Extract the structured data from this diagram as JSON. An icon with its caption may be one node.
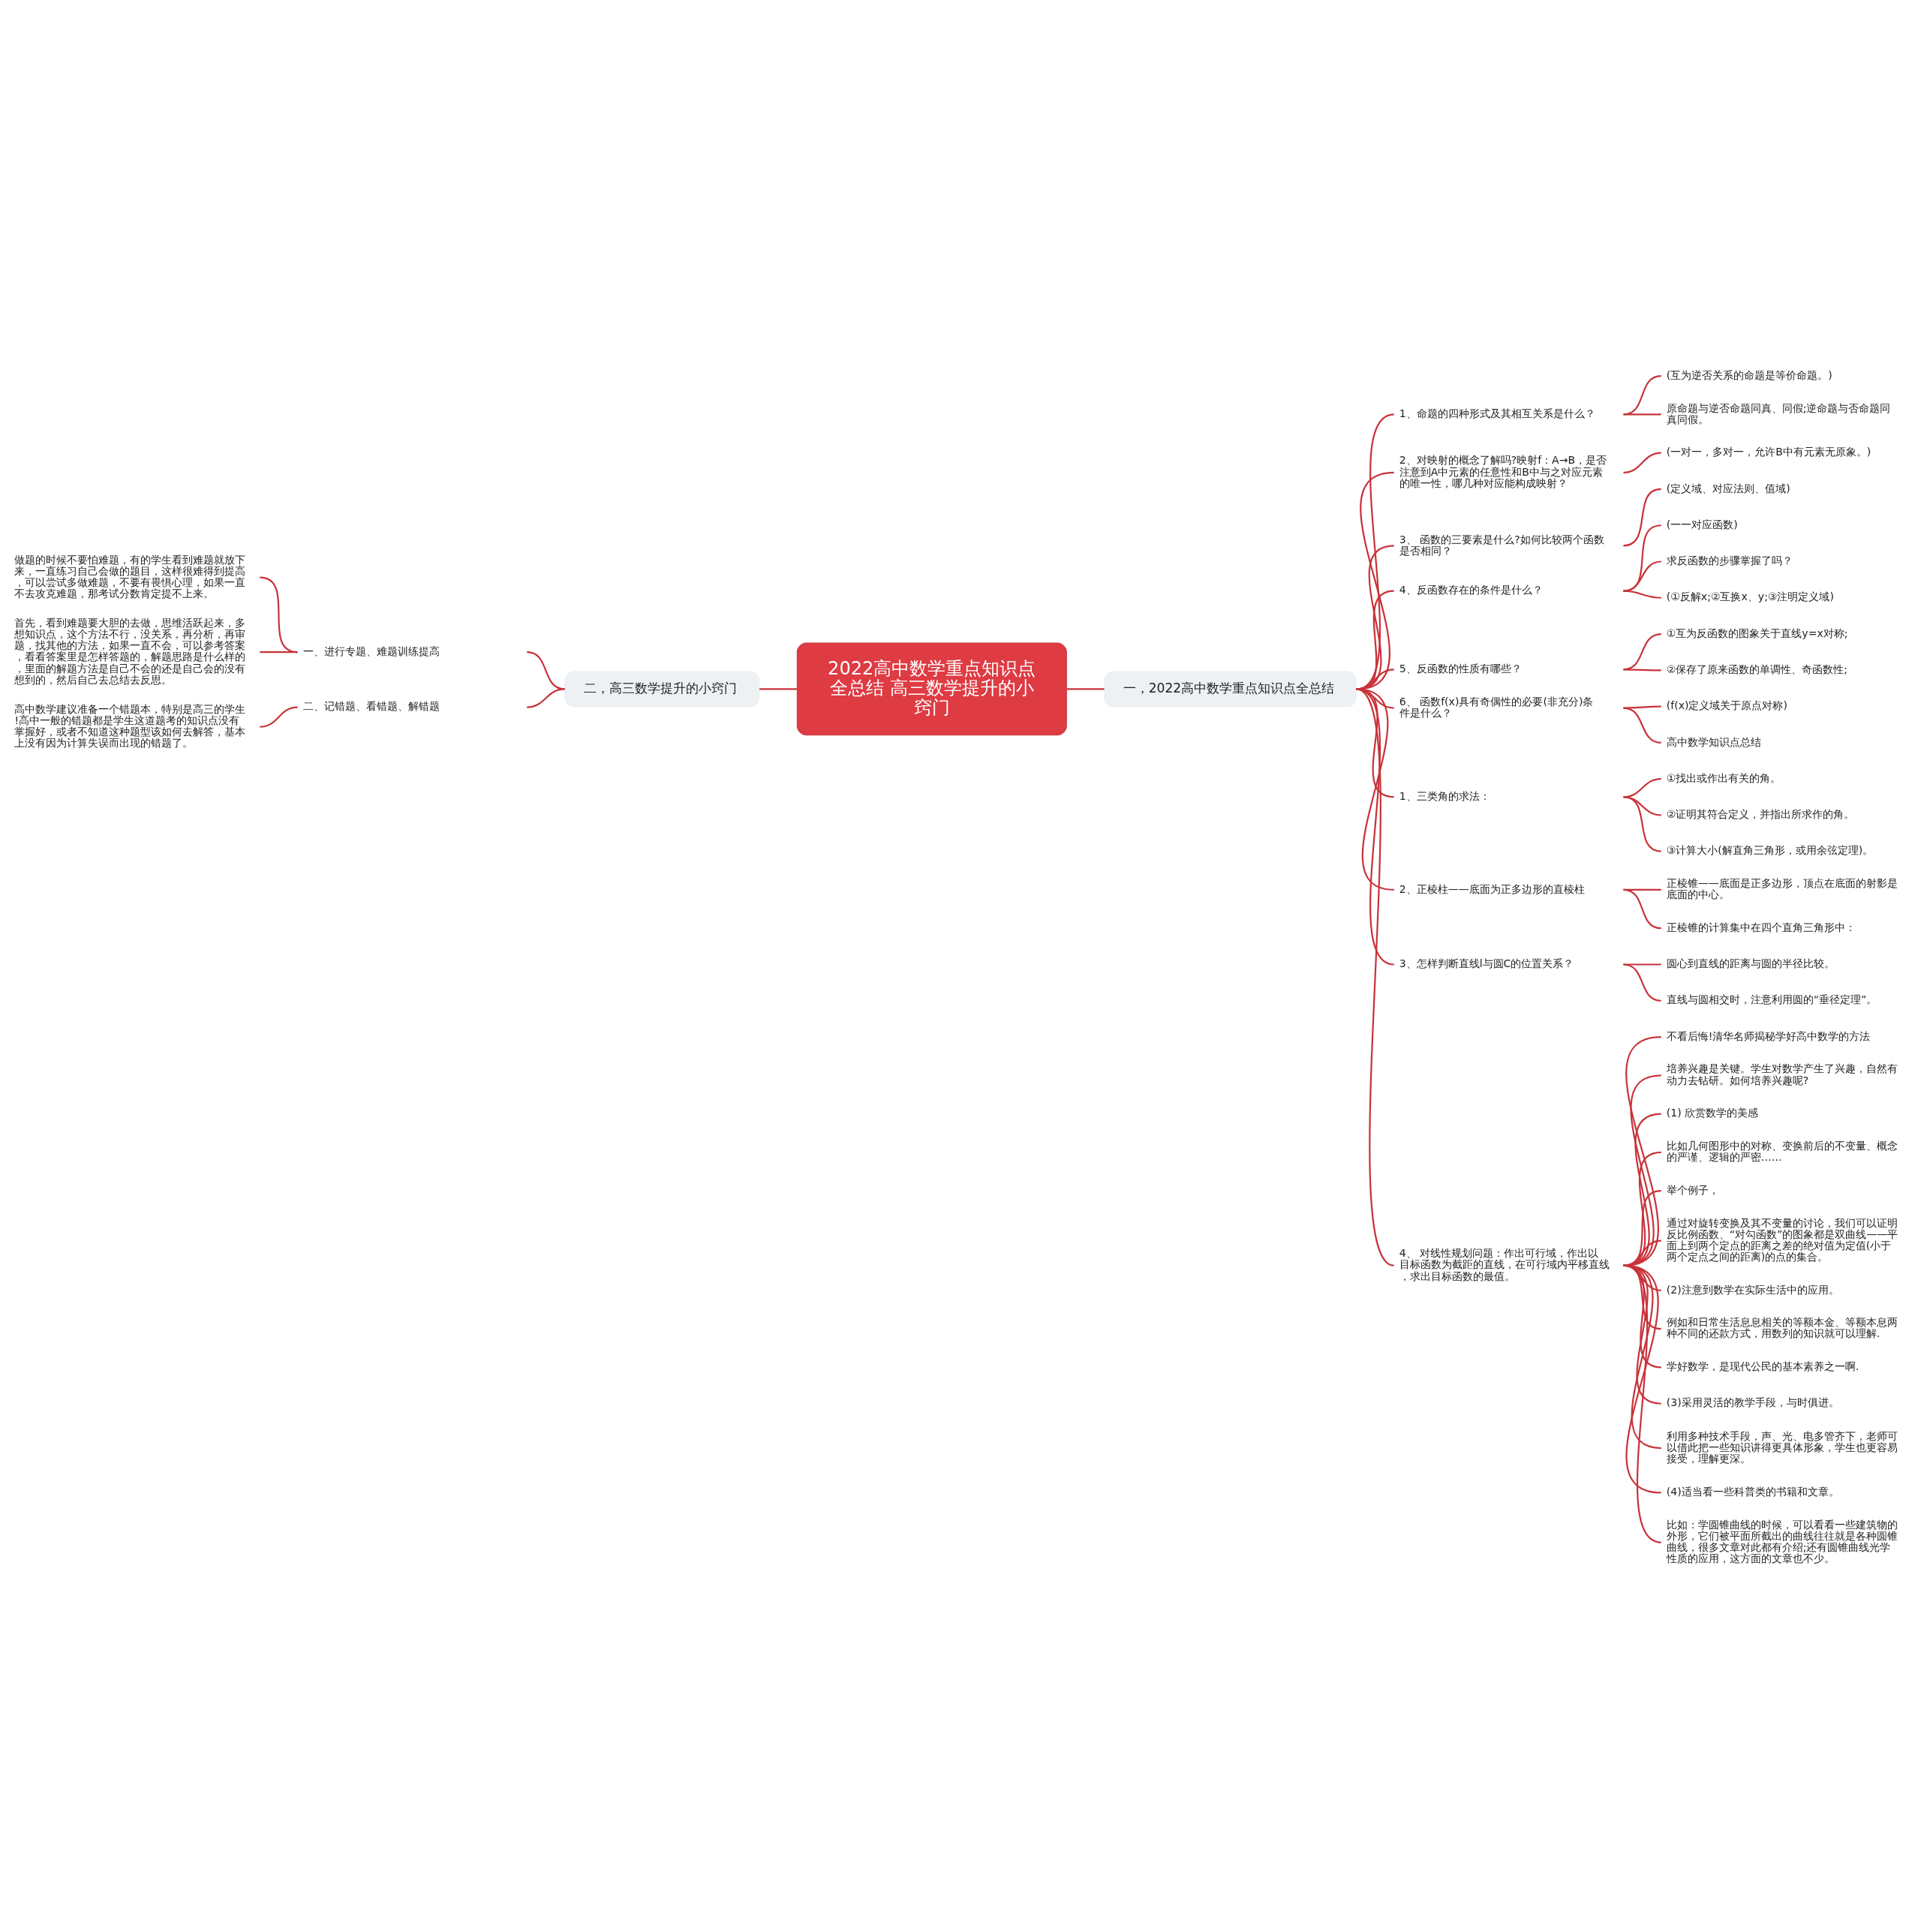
{
  "diagram": {
    "nodes": [
      {
        "text": [
          "2022高中数学重点知识点全总结 高三数学提升的小窍门"
        ]
      },
      {
        "text": [
          "一，2022高中数学重点知识点全总结"
        ]
      },
      {
        "text": [
          "1、命题的四种形式及其相互关系是什么？"
        ]
      },
      {
        "text": [
          "(互为逆否关系的命题是等价命题。)"
        ]
      },
      {
        "text": [
          "原命题与逆否命题同真、同假;逆命题与否命题同真同假。"
        ]
      },
      {
        "text": [
          "2、对映射的概念了解吗?映射f：A→B，是否注意到A中元素的任意性和B中与之对应元素的唯一性，哪几种对应能构成映射？"
        ]
      },
      {
        "text": [
          "(一对一，多对一，允许B中有元素无原象。)"
        ]
      },
      {
        "text": [
          "3、 函数的三要素是什么?如何比较两个函数是否相同？"
        ]
      },
      {
        "text": [
          "(定义域、对应法则、值域)"
        ]
      },
      {
        "text": [
          "4、反函数存在的条件是什么？"
        ]
      },
      {
        "text": [
          "(一一对应函数)"
        ]
      },
      {
        "text": [
          "求反函数的步骤掌握了吗？"
        ]
      },
      {
        "text": [
          "(①反解x;②互换x、y;③注明定义域)"
        ]
      },
      {
        "text": [
          "5、反函数的性质有哪些？"
        ]
      },
      {
        "text": [
          "①互为反函数的图象关于直线y=x对称;"
        ]
      },
      {
        "text": [
          "②保存了原来函数的单调性、奇函数性;"
        ]
      },
      {
        "text": [
          "6、 函数f(x)具有奇偶性的必要(非充分)条件是什么？"
        ]
      },
      {
        "text": [
          "(f(x)定义域关于原点对称)"
        ]
      },
      {
        "text": [
          "高中数学知识点总结"
        ]
      },
      {
        "text": [
          "1、三类角的求法："
        ]
      },
      {
        "text": [
          "①找出或作出有关的角。"
        ]
      },
      {
        "text": [
          "②证明其符合定义，并指出所求作的角。"
        ]
      },
      {
        "text": [
          "③计算大小(解直角三角形，或用余弦定理)。"
        ]
      },
      {
        "text": [
          "2、正棱柱——底面为正多边形的直棱柱"
        ]
      },
      {
        "text": [
          "正棱锥——底面是正多边形，顶点在底面的射影是底面的中心。"
        ]
      },
      {
        "text": [
          "正棱锥的计算集中在四个直角三角形中："
        ]
      },
      {
        "text": [
          "3、怎样判断直线l与圆C的位置关系？"
        ]
      },
      {
        "text": [
          "圆心到直线的距离与圆的半径比较。"
        ]
      },
      {
        "text": [
          "直线与圆相交时，注意利用圆的“垂径定理”。"
        ]
      },
      {
        "text": [
          "4、 对线性规划问题：作出可行域，作出以目标函数为截距的直线，在可行域内平移直线，求出目标函数的最值。"
        ]
      },
      {
        "text": [
          "不看后悔!清华名师揭秘学好高中数学的方法"
        ]
      },
      {
        "text": [
          "培养兴趣是关键。学生对数学产生了兴趣，自然有动力去钻研。如何培养兴趣呢?"
        ]
      },
      {
        "text": [
          "(1) 欣赏数学的美感"
        ]
      },
      {
        "text": [
          "比如几何图形中的对称、变换前后的不变量、概念的严谨、逻辑的严密……"
        ]
      },
      {
        "text": [
          "举个例子，"
        ]
      },
      {
        "text": [
          "通过对旋转变换及其不变量的讨论，我们可以证明反比例函数、“对勾函数”的图象都是双曲线——平面上到两个定点的距离之差的绝对值为定值(小于两个定点之间的距离)的点的集合。"
        ]
      },
      {
        "text": [
          "(2)注意到数学在实际生活中的应用。"
        ]
      },
      {
        "text": [
          "例如和日常生活息息相关的等额本金、等额本息两种不同的还款方式，用数列的知识就可以理解."
        ]
      },
      {
        "text": [
          "学好数学，是现代公民的基本素养之一啊."
        ]
      },
      {
        "text": [
          "(3)采用灵活的教学手段，与时俱进。"
        ]
      },
      {
        "text": [
          "利用多种技术手段，声、光、电多管齐下，老师可以借此把一些知识讲得更具体形象，学生也更容易接受，理解更深。"
        ]
      },
      {
        "text": [
          "(4)适当看一些科普类的书籍和文章。"
        ]
      },
      {
        "text": [
          "比如：学圆锥曲线的时候，可以看看一些建筑物的外形，它们被平面所截出的曲线往往就是各种圆锥曲线，很多文章对此都有介绍;还有圆锥曲线光学性质的应用，这方面的文章也不少。"
        ]
      },
      {
        "text": [
          "二，高三数学提升的小窍门"
        ]
      },
      {
        "text": [
          "一、进行专题、难题训练提高"
        ]
      },
      {
        "text": [
          "做题的时候不要怕难题，有的学生看到难题就放下来，一直练习自己会做的题目，这样很难得到提高，可以尝试多做难题，不要有畏惧心理，如果一直不去攻克难题，那考试分数肯定提不上来。"
        ]
      },
      {
        "text": [
          "首先，看到难题要大胆的去做，思维活跃起来，多想知识点，这个方法不行，没关系，再分析，再审题，找其他的方法，如果一直不会，可以参考答案，看看答案里是怎样答题的，解题思路是什么样的，里面的解题方法是自己不会的还是自己会的没有想到的，然后自己去总结去反思。"
        ]
      },
      {
        "text": [
          "二、记错题、看错题、解错题"
        ]
      },
      {
        "text": [
          "高中数学建议准备一个错题本，特别是高三的学生!高中一般的错题都是学生这道题考的知识点没有掌握好，或者不知道这种题型该如何去解答，基本上没有因为计算失误而出现的错题了。"
        ]
      }
    ],
    "edges": [
      {
        "from": 0,
        "to": 1,
        "arrow": "none"
      },
      {
        "from": 1,
        "to": 2,
        "arrow": "none"
      },
      {
        "from": 2,
        "to": 3,
        "arrow": "none"
      },
      {
        "from": 2,
        "to": 4,
        "arrow": "none"
      },
      {
        "from": 1,
        "to": 5,
        "arrow": "none"
      },
      {
        "from": 5,
        "to": 6,
        "arrow": "none"
      },
      {
        "from": 1,
        "to": 7,
        "arrow": "none"
      },
      {
        "from": 7,
        "to": 8,
        "arrow": "none"
      },
      {
        "from": 1,
        "to": 9,
        "arrow": "none"
      },
      {
        "from": 9,
        "to": 10,
        "arrow": "none"
      },
      {
        "from": 9,
        "to": 11,
        "arrow": "none"
      },
      {
        "from": 9,
        "to": 12,
        "arrow": "none"
      },
      {
        "from": 1,
        "to": 13,
        "arrow": "none"
      },
      {
        "from": 13,
        "to": 14,
        "arrow": "none"
      },
      {
        "from": 13,
        "to": 15,
        "arrow": "none"
      },
      {
        "from": 1,
        "to": 16,
        "arrow": "none"
      },
      {
        "from": 16,
        "to": 17,
        "arrow": "none"
      },
      {
        "from": 16,
        "to": 18,
        "arrow": "none"
      },
      {
        "from": 1,
        "to": 19,
        "arrow": "none"
      },
      {
        "from": 19,
        "to": 20,
        "arrow": "none"
      },
      {
        "from": 19,
        "to": 21,
        "arrow": "none"
      },
      {
        "from": 19,
        "to": 22,
        "arrow": "none"
      },
      {
        "from": 1,
        "to": 23,
        "arrow": "none"
      },
      {
        "from": 23,
        "to": 24,
        "arrow": "none"
      },
      {
        "from": 23,
        "to": 25,
        "arrow": "none"
      },
      {
        "from": 1,
        "to": 26,
        "arrow": "none"
      },
      {
        "from": 26,
        "to": 27,
        "arrow": "none"
      },
      {
        "from": 26,
        "to": 28,
        "arrow": "none"
      },
      {
        "from": 1,
        "to": 29,
        "arrow": "none"
      },
      {
        "from": 29,
        "to": 30,
        "arrow": "none"
      },
      {
        "from": 29,
        "to": 31,
        "arrow": "none"
      },
      {
        "from": 29,
        "to": 32,
        "arrow": "none"
      },
      {
        "from": 29,
        "to": 33,
        "arrow": "none"
      },
      {
        "from": 29,
        "to": 34,
        "arrow": "none"
      },
      {
        "from": 29,
        "to": 35,
        "arrow": "none"
      },
      {
        "from": 29,
        "to": 36,
        "arrow": "none"
      },
      {
        "from": 29,
        "to": 37,
        "arrow": "none"
      },
      {
        "from": 29,
        "to": 38,
        "arrow": "none"
      },
      {
        "from": 29,
        "to": 39,
        "arrow": "none"
      },
      {
        "from": 29,
        "to": 40,
        "arrow": "none"
      },
      {
        "from": 29,
        "to": 41,
        "arrow": "none"
      },
      {
        "from": 29,
        "to": 42,
        "arrow": "none"
      },
      {
        "from": 0,
        "to": 43,
        "arrow": "none"
      },
      {
        "from": 43,
        "to": 44,
        "arrow": "none"
      },
      {
        "from": 44,
        "to": 45,
        "arrow": "none"
      },
      {
        "from": 44,
        "to": 46,
        "arrow": "none"
      },
      {
        "from": 43,
        "to": 47,
        "arrow": "none"
      },
      {
        "from": 47,
        "to": 48,
        "arrow": "none"
      }
    ]
  }
}
